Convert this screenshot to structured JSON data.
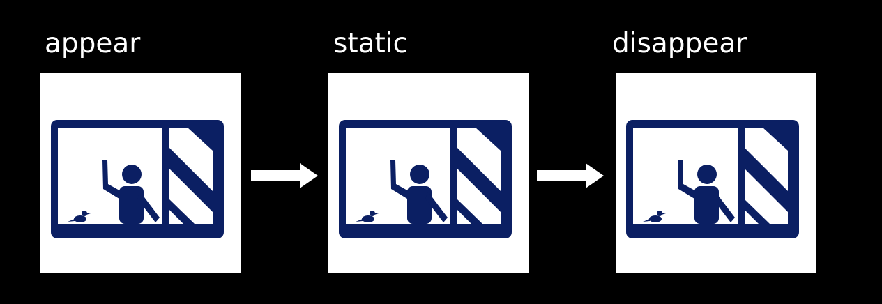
{
  "frames": [
    {
      "label": "appear"
    },
    {
      "label": "static"
    },
    {
      "label": "disappear"
    }
  ],
  "icons": {
    "frame_icon": "window-with-waving-person-icon",
    "arrow_icon": "arrow-right-icon"
  },
  "colors": {
    "background": "#000000",
    "panel": "#ffffff",
    "icon": "#0b1f63",
    "text": "#ffffff",
    "arrow": "#ffffff"
  }
}
